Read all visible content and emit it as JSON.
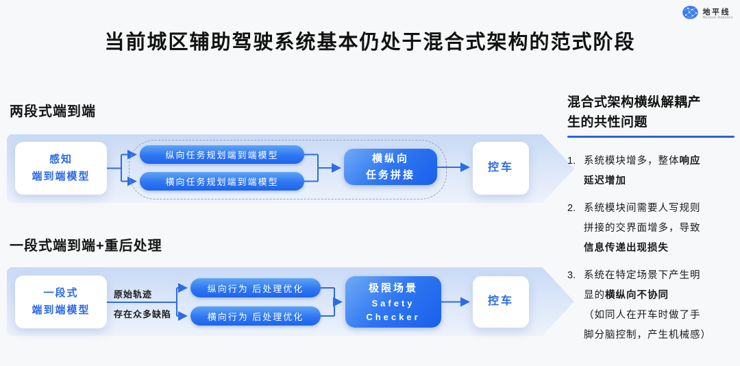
{
  "logo": {
    "brand": "地平线",
    "subbrand": "Horizon Robotics"
  },
  "title": "当前城区辅助驾驶系统基本仍处于混合式架构的范式阶段",
  "diagram1": {
    "header": "两段式端到端",
    "input_box": {
      "line1": "感知",
      "line2": "端到端模型"
    },
    "pills": [
      "纵向任务规划端到端模型",
      "横向任务规划端到端模型"
    ],
    "merge_box": {
      "line1": "横纵向",
      "line2": "任务拼接"
    },
    "output_box": "控车"
  },
  "diagram2": {
    "header": "一段式端到端+重后处理",
    "input_box": {
      "line1": "一段式",
      "line2": "端到端模型"
    },
    "edge_label_top": "原始轨迹",
    "edge_label_bottom": "存在众多缺陷",
    "pills": [
      "纵向行为 后处理优化",
      "横向行为 后处理优化"
    ],
    "merge_box": {
      "line1": "极限场景",
      "line2": "Safety",
      "line3": "Checker"
    },
    "output_box": "控车"
  },
  "problems": {
    "title": "混合式架构横纵解耦产生的共性问题",
    "items": [
      {
        "num": "1.",
        "runs": [
          {
            "t": "系统模块增多，整体",
            "b": false
          },
          {
            "t": "响应延迟增加",
            "b": true
          }
        ]
      },
      {
        "num": "2.",
        "runs": [
          {
            "t": "系统模块间需要人写规则拼接的交界面增多，导致",
            "b": false
          },
          {
            "t": "信息传递出现损失",
            "b": true
          }
        ]
      },
      {
        "num": "3.",
        "runs": [
          {
            "t": "系统在特定场景下产生明显的",
            "b": false
          },
          {
            "t": "横纵向不协同",
            "b": true
          },
          {
            "t": "（如同人在开车时做了手脚分脑控制，产生机械感）",
            "b": false
          }
        ]
      }
    ]
  },
  "colors": {
    "accent": "#2b6ce8",
    "pill_gradient_top": "#5ea4f5",
    "pill_gradient_bottom": "#1d64ee",
    "band_gradient_top": "#c9daf6",
    "band_gradient_bottom": "#edf2fb",
    "rule": "#2b62dd"
  }
}
